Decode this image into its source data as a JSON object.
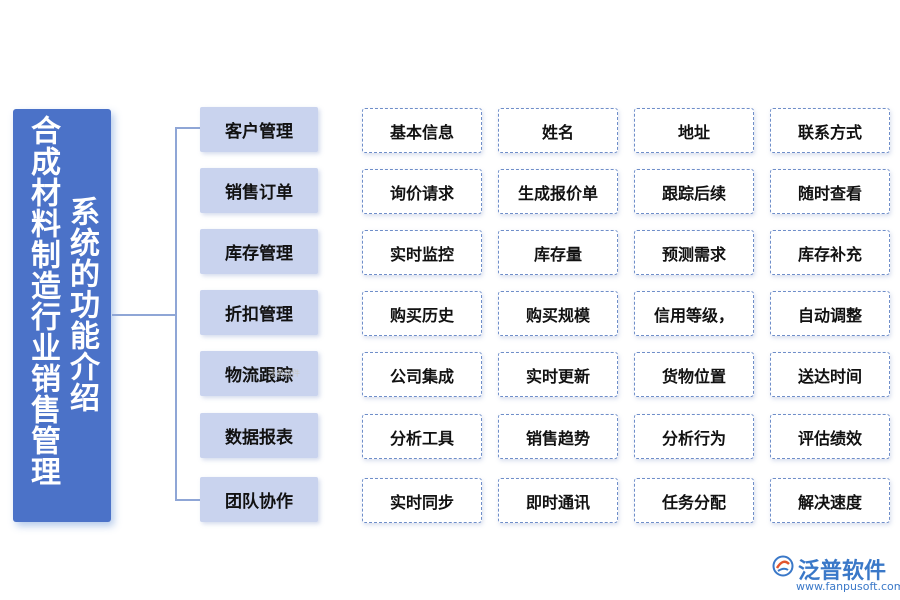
{
  "title": {
    "line1": "合成材料制造行业销售管理",
    "line2": "系统的功能介绍"
  },
  "categories": [
    {
      "label": "客户管理",
      "items": [
        "基本信息",
        "姓名",
        "地址",
        "联系方式"
      ]
    },
    {
      "label": "销售订单",
      "items": [
        "询价请求",
        "生成报价单",
        "跟踪后续",
        "随时查看"
      ]
    },
    {
      "label": "库存管理",
      "items": [
        "实时监控",
        "库存量",
        "预测需求",
        "库存补充"
      ]
    },
    {
      "label": "折扣管理",
      "items": [
        "购买历史",
        "购买规模",
        "信用等级，",
        "自动调整"
      ]
    },
    {
      "label": "物流跟踪",
      "items": [
        "公司集成",
        "实时更新",
        "货物位置",
        "送达时间"
      ]
    },
    {
      "label": "数据报表",
      "items": [
        "分析工具",
        "销售趋势",
        "分析行为",
        "评估绩效"
      ]
    },
    {
      "label": "团队协作",
      "items": [
        "实时同步",
        "即时通讯",
        "任务分配",
        "解决速度"
      ]
    }
  ],
  "watermark": "泛普软件",
  "logo": {
    "name": "泛普软件",
    "url": "www.fanpusoft.com",
    "color": "#3a78c8"
  }
}
